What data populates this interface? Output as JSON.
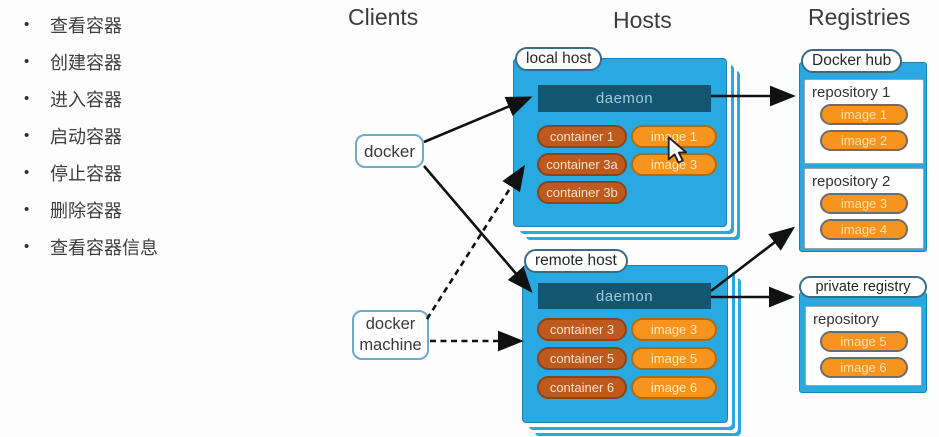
{
  "sidebar": {
    "bullet": "•",
    "items": [
      "查看容器",
      "创建容器",
      "进入容器",
      "启动容器",
      "停止容器",
      "删除容器",
      "查看容器信息"
    ]
  },
  "diagram": {
    "headers": {
      "clients": "Clients",
      "hosts": "Hosts",
      "registries": "Registries"
    },
    "clients": {
      "docker": "docker",
      "docker_machine": "docker machine"
    },
    "local_host": {
      "label": "local host",
      "daemon": "daemon",
      "containers": [
        "container 1",
        "container 3a",
        "container 3b"
      ],
      "images": [
        "image 1",
        "image 3"
      ]
    },
    "remote_host": {
      "label": "remote host",
      "daemon": "daemon",
      "containers": [
        "container 3",
        "container 5",
        "container 6"
      ],
      "images": [
        "image 3",
        "image 5",
        "image 6"
      ]
    },
    "docker_hub": {
      "label": "Docker hub",
      "repositories": [
        {
          "name": "repository 1",
          "images": [
            "image 1",
            "image 2"
          ]
        },
        {
          "name": "repository 2",
          "images": [
            "image 3",
            "image 4"
          ]
        }
      ]
    },
    "private_registry": {
      "label": "private registry",
      "repository": {
        "name": "repository",
        "images": [
          "image 5",
          "image 6"
        ]
      }
    }
  },
  "icons": {
    "cursor": "mouse-pointer"
  },
  "colors": {
    "host_blue": "#29a9e1",
    "daemon_teal": "#14566f",
    "container_orange": "#bf5a1f",
    "image_orange": "#f7941e",
    "arrow": "#111111"
  }
}
